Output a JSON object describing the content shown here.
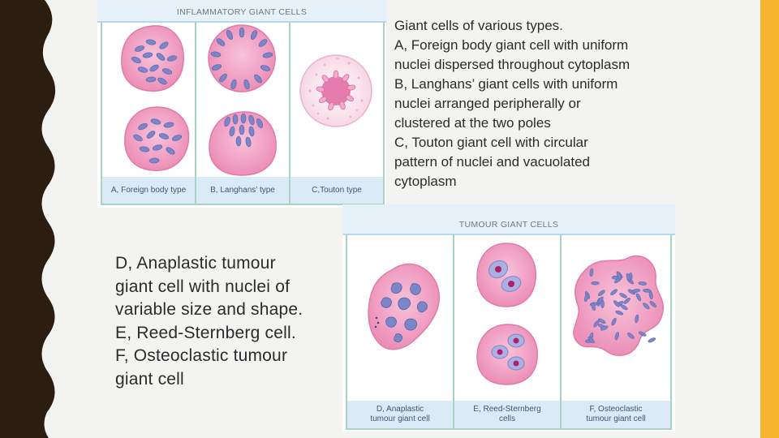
{
  "slide": {
    "accent_color": "#f5b52e",
    "border_color": "#2b1e10"
  },
  "top_figure": {
    "title": "INFLAMMATORY GIANT CELLS",
    "captions": [
      "A, Foreign body type",
      "B, Langhans' type",
      "C,Touton type"
    ]
  },
  "bottom_figure": {
    "title": "TUMOUR GIANT CELLS",
    "captions": [
      [
        "D, Anaplastic",
        "tumour giant cell"
      ],
      [
        "E, Reed-Sternberg",
        "cells"
      ],
      [
        "F, Osteoclastic",
        "tumour giant cell"
      ]
    ]
  },
  "top_text": {
    "lines": [
      "Giant cells of various types.",
      "A, Foreign body giant cell with uniform",
      "nuclei dispersed throughout cytoplasm",
      "B, Langhans’ giant cells with uniform",
      "nuclei arranged peripherally or",
      "clustered at the two poles",
      "C, Touton giant cell with circular",
      "pattern of nuclei and vacuolated",
      "cytoplasm"
    ]
  },
  "bottom_text": {
    "lines": [
      "D, Anaplastic tumour",
      "giant cell with nuclei of",
      "variable size and shape.",
      "E, Reed-Sternberg cell.",
      "F, Osteoclastic tumour",
      "giant cell"
    ]
  },
  "colors": {
    "cytoplasm": "#f3a6c6",
    "cytoplasm_edge": "#e27aa8",
    "nucleus": "#7b86c8",
    "nucleus_dark": "#5a5fa8"
  }
}
